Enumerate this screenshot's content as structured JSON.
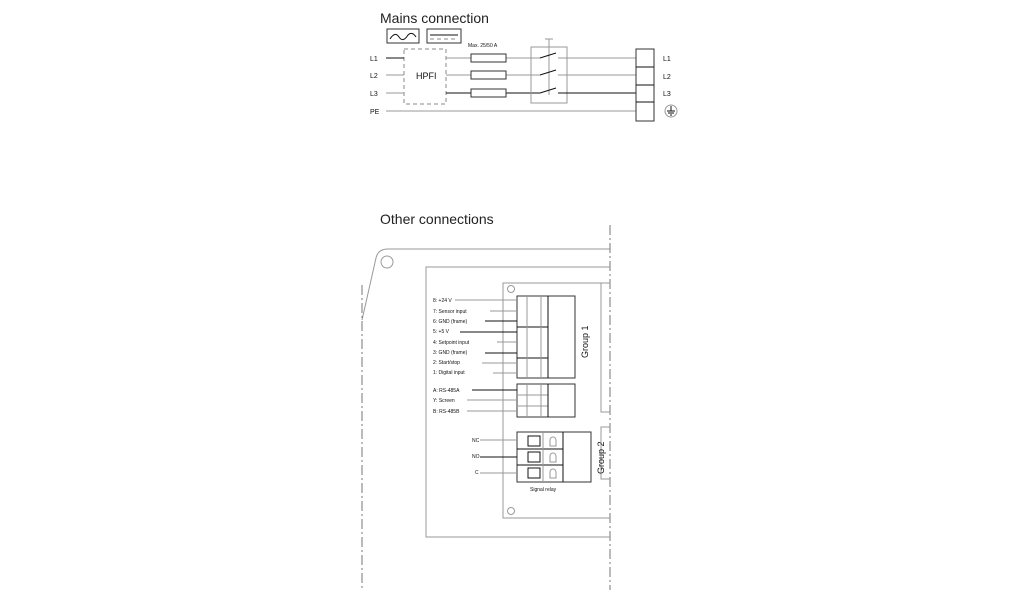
{
  "mains": {
    "title": "Mains connection",
    "inputs": [
      "L1",
      "L2",
      "L3",
      "PE"
    ],
    "hpfi_label": "HPFI",
    "fuse_label": "Max. 25/50 A",
    "outputs": [
      "L1",
      "L2",
      "L3"
    ],
    "icons": [
      "ac-waveform-icon",
      "dc-symbol-icon",
      "earth-ground-icon"
    ]
  },
  "other": {
    "title": "Other connections",
    "group1_label": "Group 1",
    "group2_label": "Group 2",
    "group1_terminals": [
      "8: +24 V",
      "7: Sensor input",
      "6: GND (frame)",
      "5: +5 V",
      "4: Setpoint input",
      "3: GND (frame)",
      "2: Start/stop",
      "1: Digital input"
    ],
    "bus_terminals": [
      "A: RS-485A",
      "Y: Screen",
      "B: RS-485B"
    ],
    "relay_terminals": [
      "NC",
      "NO",
      "C"
    ],
    "relay_label": "Signal relay"
  }
}
